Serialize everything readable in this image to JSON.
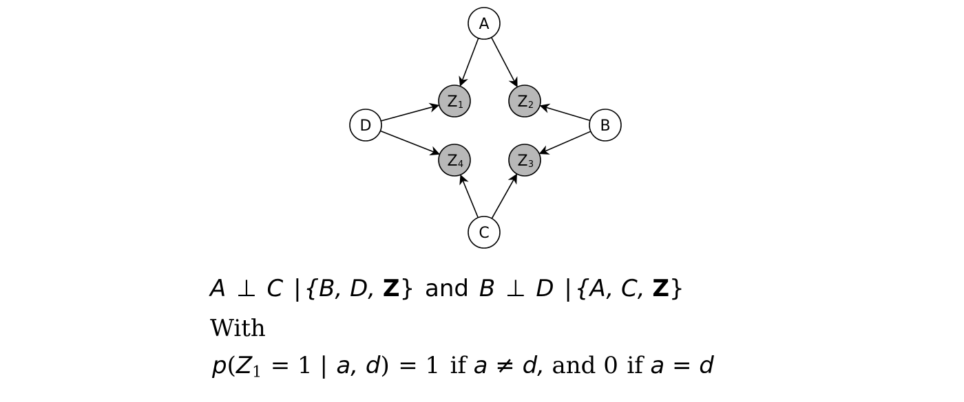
{
  "diagram": {
    "nodes": [
      {
        "id": "A",
        "label": "A",
        "sub": "",
        "shaded": false
      },
      {
        "id": "B",
        "label": "B",
        "sub": "",
        "shaded": false
      },
      {
        "id": "C",
        "label": "C",
        "sub": "",
        "shaded": false
      },
      {
        "id": "D",
        "label": "D",
        "sub": "",
        "shaded": false
      },
      {
        "id": "Z1",
        "label": "Z",
        "sub": "1",
        "shaded": true
      },
      {
        "id": "Z2",
        "label": "Z",
        "sub": "2",
        "shaded": true
      },
      {
        "id": "Z3",
        "label": "Z",
        "sub": "3",
        "shaded": true
      },
      {
        "id": "Z4",
        "label": "Z",
        "sub": "4",
        "shaded": true
      }
    ],
    "edges": [
      {
        "from": "A",
        "to": "Z1"
      },
      {
        "from": "A",
        "to": "Z2"
      },
      {
        "from": "B",
        "to": "Z2"
      },
      {
        "from": "B",
        "to": "Z3"
      },
      {
        "from": "C",
        "to": "Z3"
      },
      {
        "from": "C",
        "to": "Z4"
      },
      {
        "from": "D",
        "to": "Z1"
      },
      {
        "from": "D",
        "to": "Z4"
      }
    ],
    "colors": {
      "node_fill": "#ffffff",
      "shaded_fill": "#b8b8b8",
      "stroke": "#000000"
    }
  },
  "formulas": {
    "line1": {
      "a": "A",
      "perp": "⊥",
      "c": "C",
      "bar": "|",
      "set1": "{B, D,",
      "z": "Z",
      "close1": "}",
      "and": "and",
      "b": "B",
      "perp2": "⊥",
      "d": "D",
      "bar2": "|",
      "set2": "{A, C,",
      "z2": "Z",
      "close2": "}"
    },
    "line2": {
      "text": "With"
    },
    "line3": {
      "p": "p",
      "open": "(",
      "z": "Z",
      "zsub": "1",
      "eq1": "= 1 |",
      "ad": "a, d",
      "close": ")",
      "eq2": "= 1",
      "if1": "if",
      "cond1": "a ≠ d,",
      "and0": "and 0",
      "if2": "if",
      "cond2": "a = d"
    }
  }
}
